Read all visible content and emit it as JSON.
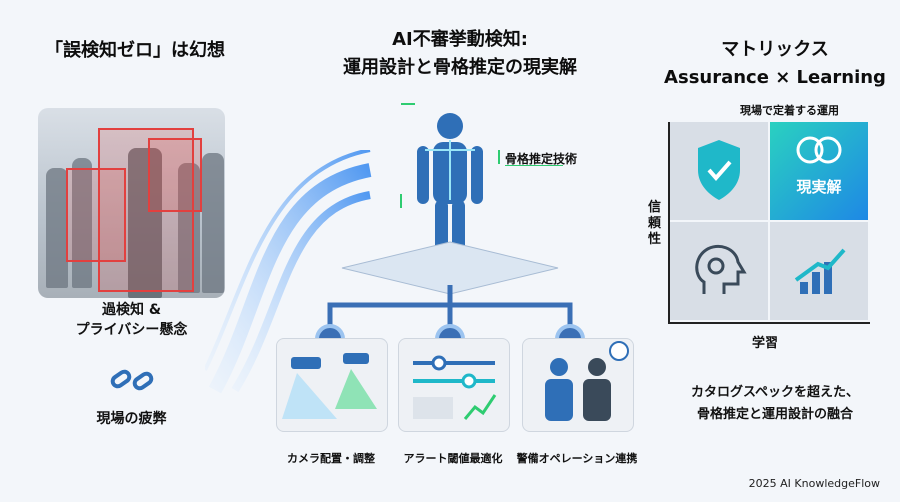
{
  "left": {
    "title": "「誤検知ゼロ」は幻想",
    "caption_line1": "過検知 &",
    "caption_line2": "プライバシー懸念",
    "fatigue": "現場の疲弊"
  },
  "center": {
    "title_line1": "AI不審挙動検知:",
    "title_line2": "運用設計と骨格推定の現実解",
    "skeleton_label": "骨格推定技術",
    "cards": [
      {
        "label": "カメラ配置・調整"
      },
      {
        "label": "アラート閾値最適化"
      },
      {
        "label": "警備オペレーション連携"
      }
    ]
  },
  "right": {
    "title_line1": "マトリックス",
    "title_line2": "Assurance × Learning",
    "top_note": "現場で定着する運用",
    "highlight_label": "現実解",
    "y_axis": "信頼性",
    "x_axis": "学習",
    "conclusion_line1": "カタログスペックを超えた、",
    "conclusion_line2": "骨格推定と運用設計の融合"
  },
  "footer": "2025 AI KnowledgeFlow",
  "colors": {
    "accent": "#1fb8c9",
    "alert_red": "#e2403f",
    "green": "#2ecc71",
    "blue": "#2f6fb7"
  }
}
